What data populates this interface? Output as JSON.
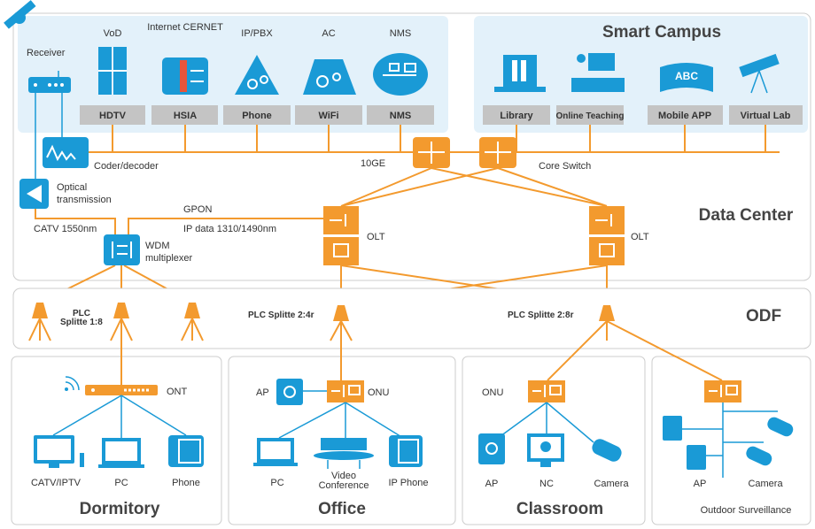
{
  "colors": {
    "accent_blue": "#1a9ad6",
    "accent_orange": "#f39a2e",
    "panel": "#e3f1fa",
    "service_label": "#c4c4c4"
  },
  "services_panel": {
    "sources": [
      {
        "top": "VoD",
        "service": "HDTV",
        "icon": "server-icon"
      },
      {
        "top": "Internet CERNET",
        "service": "HSIA",
        "icon": "firewall-icon"
      },
      {
        "top": "IP/PBX",
        "service": "Phone",
        "icon": "pbx-gear-icon"
      },
      {
        "top": "AC",
        "service": "WiFi",
        "icon": "ac-gear-icon"
      },
      {
        "top": "NMS",
        "service": "NMS",
        "icon": "network-management-icon"
      }
    ]
  },
  "smart_campus": {
    "title": "Smart Campus",
    "items": [
      {
        "label": "Library",
        "icon": "laptop-books-icon"
      },
      {
        "label": "Online Teaching",
        "icon": "teacher-icon"
      },
      {
        "label": "Mobile APP",
        "icon": "abc-book-icon"
      },
      {
        "label": "Virtual Lab",
        "icon": "telescope-icon"
      }
    ]
  },
  "data_center": {
    "title": "Data Center",
    "receiver": "Receiver",
    "coder": "Coder/decoder",
    "backbone": "10GE",
    "core_switch": "Core Switch",
    "optical": [
      "Optical",
      "transmission"
    ],
    "catv": "CATV 1550nm",
    "gpon": "GPON",
    "ip_data": "IP data 1310/1490nm",
    "wdm": [
      "WDM",
      "multiplexer"
    ],
    "olt": "OLT"
  },
  "odf": {
    "title": "ODF",
    "splitter_1_8": [
      "PLC",
      "Splitte 1:8"
    ],
    "splitter_2_4": "PLC Splitte 2:4r",
    "splitter_2_8": "PLC Splitte 2:8r"
  },
  "zones": {
    "dormitory": {
      "title": "Dormitory",
      "terminal": "ONT",
      "devices": [
        "CATV/IPTV",
        "PC",
        "Phone"
      ]
    },
    "office": {
      "title": "Office",
      "terminal": "ONU",
      "ap": "AP",
      "devices": [
        "PC",
        "Video",
        "Conference",
        "IP Phone"
      ]
    },
    "classroom": {
      "title": "Classroom",
      "terminal": "ONU",
      "devices": [
        "AP",
        "NC",
        "Camera"
      ]
    },
    "outdoor": {
      "title": "Outdoor Surveillance",
      "devices": [
        "AP",
        "Camera"
      ]
    }
  }
}
